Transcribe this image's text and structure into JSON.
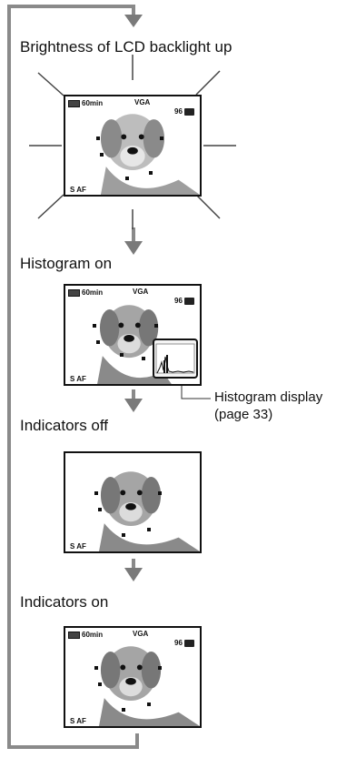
{
  "steps": {
    "brightness_label": "Brightness of LCD backlight up",
    "histogram_on_label": "Histogram on",
    "indicators_off_label": "Indicators off",
    "indicators_on_label": "Indicators on"
  },
  "callout": {
    "line1": "Histogram display",
    "line2": "(page 33)"
  },
  "screen_indicators": {
    "battery_time": "60min",
    "image_size": "VGA",
    "shots_remaining": "96",
    "focus_mode": "S AF"
  },
  "colors": {
    "flow_line": "#8a8a8a",
    "arrow": "#7a7a7a",
    "screen_border": "#111111"
  }
}
